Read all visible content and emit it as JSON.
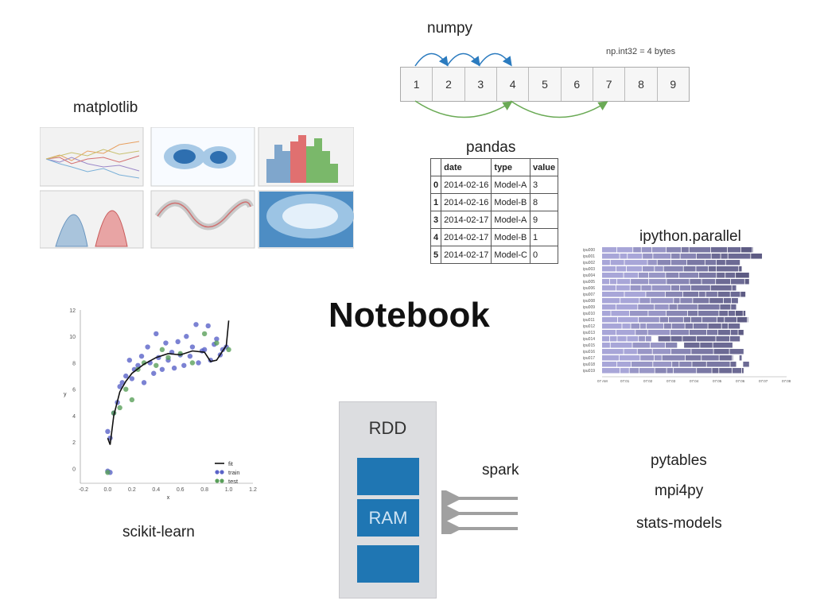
{
  "title": "Notebook",
  "numpy": {
    "label": "numpy",
    "note": "np.int32 = 4 bytes",
    "cells": [
      "1",
      "2",
      "3",
      "4",
      "5",
      "6",
      "7",
      "8",
      "9"
    ],
    "arc_color_top": "#2b7bbf",
    "arc_color_bottom": "#6aaa55"
  },
  "matplotlib": {
    "label": "matplotlib"
  },
  "pandas": {
    "label": "pandas",
    "headers": [
      "",
      "date",
      "type",
      "value"
    ],
    "rows": [
      [
        "0",
        "2014-02-16",
        "Model-A",
        "3"
      ],
      [
        "1",
        "2014-02-16",
        "Model-B",
        "8"
      ],
      [
        "3",
        "2014-02-17",
        "Model-A",
        "9"
      ],
      [
        "4",
        "2014-02-17",
        "Model-B",
        "1"
      ],
      [
        "5",
        "2014-02-17",
        "Model-C",
        "0"
      ]
    ]
  },
  "ipython_parallel": {
    "label": "ipython.parallel",
    "engines": [
      "ipu000",
      "ipu001",
      "ipu002",
      "ipu003",
      "ipu004",
      "ipu005",
      "ipu006",
      "ipu007",
      "ipu008",
      "ipu009",
      "ipu010",
      "ipu011",
      "ipu012",
      "ipu013",
      "ipu014",
      "ipu015",
      "ipu016",
      "ipu017",
      "ipu018",
      "ipu019"
    ],
    "time_ticks": [
      "07 AM",
      "07:01",
      "07:02",
      "07:03",
      "07:04",
      "07:05",
      "07:06",
      "07:07",
      "07:08"
    ]
  },
  "sklearn": {
    "label": "scikit-learn",
    "xlabel": "x",
    "ylabel": "y",
    "x_ticks": [
      "-0.2",
      "0.0",
      "0.2",
      "0.4",
      "0.6",
      "0.8",
      "1.0",
      "1.2"
    ],
    "y_ticks": [
      "0",
      "2",
      "4",
      "6",
      "8",
      "10",
      "12"
    ],
    "legend": [
      "fit",
      "train",
      "test"
    ],
    "train_color": "#5a63c8",
    "test_color": "#5aa05a"
  },
  "rdd": {
    "label": "RDD",
    "ram_label": "RAM",
    "block_color": "#1f76b3"
  },
  "spark": {
    "label": "spark"
  },
  "others": [
    "pytables",
    "mpi4py",
    "stats-models"
  ],
  "chart_data": [
    {
      "type": "scatter",
      "xlabel": "x",
      "ylabel": "y",
      "xlim": [
        -0.2,
        1.2
      ],
      "ylim": [
        -1,
        12
      ],
      "series": [
        {
          "name": "train",
          "x": [
            0.0,
            0.02,
            0.05,
            0.08,
            0.1,
            0.12,
            0.15,
            0.18,
            0.2,
            0.22,
            0.25,
            0.28,
            0.3,
            0.33,
            0.35,
            0.38,
            0.4,
            0.42,
            0.45,
            0.48,
            0.5,
            0.53,
            0.55,
            0.58,
            0.6,
            0.63,
            0.65,
            0.68,
            0.7,
            0.73,
            0.75,
            0.78,
            0.8,
            0.83,
            0.85,
            0.88,
            0.9,
            0.93,
            0.95,
            0.98,
            0.0,
            0.02
          ],
          "y": [
            2.8,
            2.3,
            4.2,
            5.0,
            6.2,
            6.5,
            7.0,
            8.2,
            6.8,
            7.5,
            7.8,
            8.5,
            6.5,
            9.2,
            8.0,
            7.2,
            10.2,
            8.4,
            7.5,
            9.5,
            8.2,
            8.8,
            7.6,
            9.6,
            8.6,
            7.8,
            10.0,
            8.5,
            9.2,
            10.9,
            8.0,
            8.9,
            9.0,
            10.8,
            8.2,
            9.4,
            9.8,
            8.6,
            9.0,
            9.2,
            -0.2,
            -0.3
          ]
        },
        {
          "name": "test",
          "x": [
            0.0,
            0.05,
            0.1,
            0.15,
            0.2,
            0.25,
            0.3,
            0.4,
            0.45,
            0.5,
            0.6,
            0.7,
            0.8,
            0.9,
            1.0
          ],
          "y": [
            -0.3,
            4.2,
            4.6,
            6.0,
            5.2,
            7.5,
            8.0,
            7.8,
            9.0,
            8.4,
            8.7,
            8.0,
            10.2,
            9.5,
            9.0
          ]
        },
        {
          "name": "fit",
          "x": [
            0.0,
            0.02,
            0.05,
            0.1,
            0.15,
            0.2,
            0.3,
            0.4,
            0.5,
            0.6,
            0.7,
            0.8,
            0.85,
            0.9,
            0.95,
            0.98,
            1.0
          ],
          "y": [
            2.3,
            1.8,
            4.0,
            5.8,
            6.6,
            7.2,
            7.9,
            8.4,
            8.7,
            8.6,
            8.9,
            8.8,
            8.1,
            8.2,
            8.9,
            9.3,
            11.2
          ]
        }
      ]
    }
  ]
}
